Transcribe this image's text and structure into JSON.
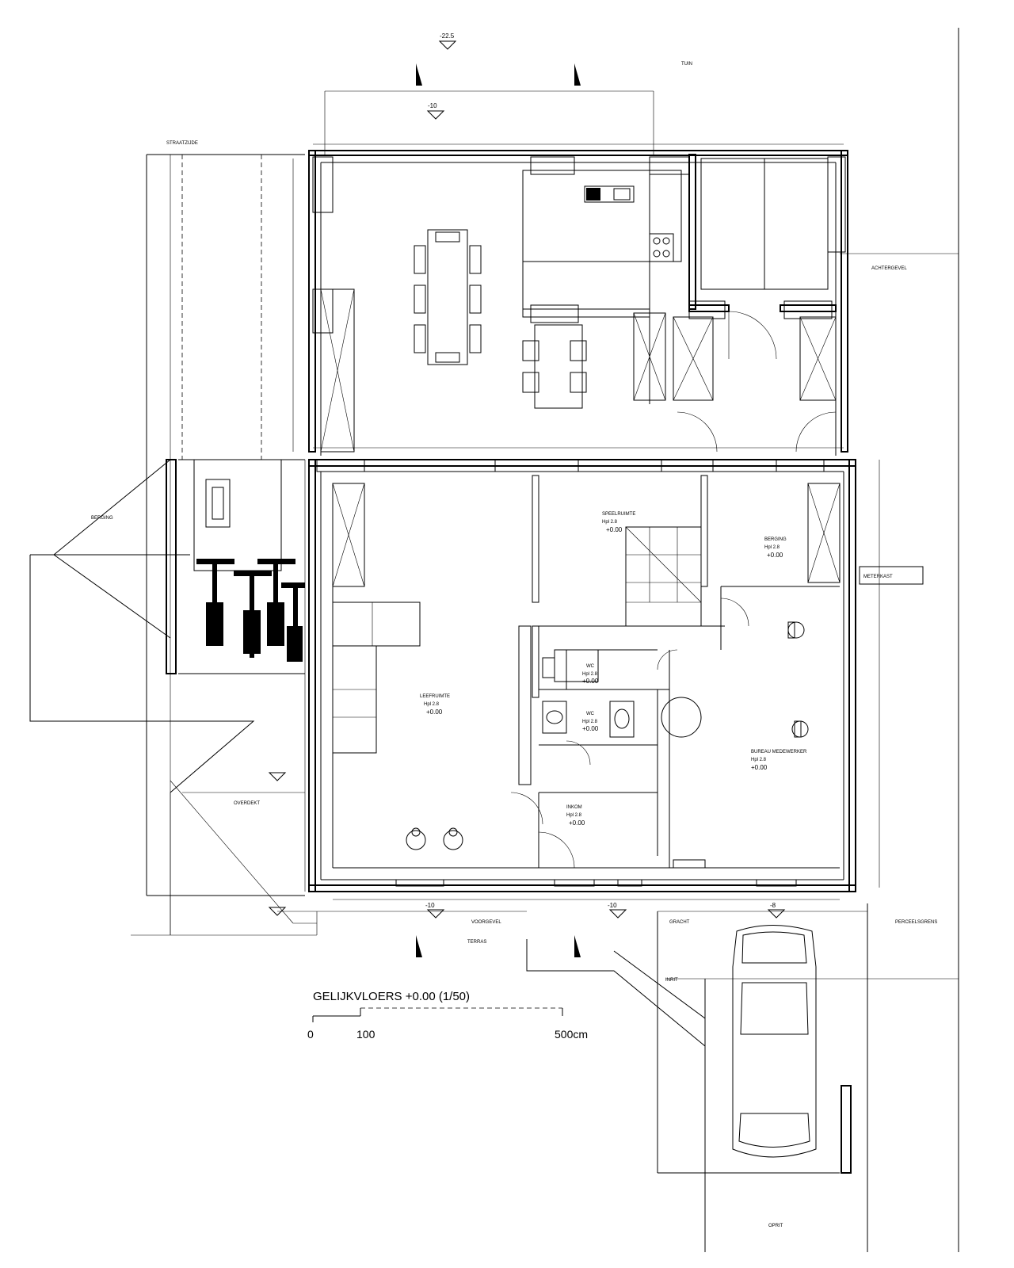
{
  "title": "GELIJKVLOERS +0.00 (1/50)",
  "scale_bar": {
    "start": "0",
    "mid": "100",
    "end": "500cm"
  },
  "level_marks": [
    "-22.5",
    "-10",
    "-10",
    "-10",
    "-8",
    "+0.00"
  ],
  "rooms": [
    {
      "name": "SPEELRUIMTE",
      "height": "Hpl 2.8",
      "level": "+0.00"
    },
    {
      "name": "BERGING",
      "height": "Hpl 2.8",
      "level": "+0.00"
    },
    {
      "name": "LEEFRUIMTE",
      "height": "Hpl 2.8",
      "level": "+0.00"
    },
    {
      "name": "WC",
      "height": "Hpl 2.8",
      "level": "+0.00"
    },
    {
      "name": "WC",
      "height": "Hpl 2.8",
      "level": "+0.00"
    },
    {
      "name": "BUREAU MEDEWERKER",
      "height": "Hpl 2.8",
      "level": "+0.00"
    },
    {
      "name": "INKOM",
      "height": "Hpl 2.8",
      "level": "+0.00"
    }
  ],
  "labels": {
    "fietsen": "BERGING",
    "meterkast": "METERKAST",
    "overdekt": "OVERDEKT",
    "gracht": "GRACHT",
    "tuin": "TUIN",
    "oprit": "OPRIT",
    "perceelsgrens": "PERCEELSGRENS",
    "voorgevel": "VOORGEVEL",
    "achtergevel": "ACHTERGEVEL",
    "terras": "TERRAS",
    "straat": "STRAATZIJDE",
    "inrit": "INRIT"
  },
  "colors": {
    "line": "#000000",
    "paper": "#ffffff"
  }
}
